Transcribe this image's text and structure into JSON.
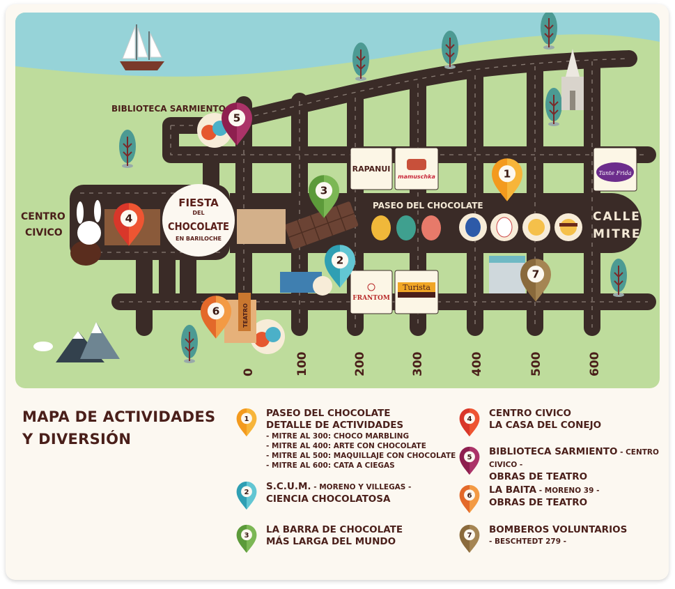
{
  "map": {
    "labels": {
      "biblioteca": "BIBLIOTECA SARMIENTO",
      "centro_civico_1": "CENTRO",
      "centro_civico_2": "CIVICO",
      "paseo": "PASEO DEL CHOCOLATE",
      "calle_1": "CALLE",
      "calle_2": "MITRE",
      "teatro": "TEATRO"
    },
    "logo": {
      "line1": "FIESTA",
      "line2": "DEL",
      "line3": "CHOCOLATE",
      "line4": "EN BARILOCHE"
    },
    "shops": [
      "RAPANUI",
      "mamuschka",
      "FRANTOM",
      "Turista",
      "Tante Frida"
    ],
    "street_numbers": [
      "0",
      "100",
      "200",
      "300",
      "400",
      "500",
      "600"
    ],
    "pins": [
      {
        "num": "1",
        "color": "#f39a1e",
        "color2": "#f7b53a"
      },
      {
        "num": "2",
        "color": "#2f9fb3",
        "color2": "#62c6d3"
      },
      {
        "num": "3",
        "color": "#5c9a3a",
        "color2": "#7cb755"
      },
      {
        "num": "4",
        "color": "#d9372a",
        "color2": "#ee5532"
      },
      {
        "num": "5",
        "color": "#8e1f4f",
        "color2": "#ab3368"
      },
      {
        "num": "6",
        "color": "#e3692a",
        "color2": "#f39a44"
      },
      {
        "num": "7",
        "color": "#8a6a3c",
        "color2": "#a58553"
      }
    ],
    "colors": {
      "road": "#3a2b27",
      "grass": "#bedc9c",
      "water": "#96d3d8",
      "text": "#4a1f1a"
    }
  },
  "title": {
    "line1": "MAPA DE ACTIVIDADES",
    "line2": "Y DIVERSIÓN"
  },
  "legend": [
    {
      "num": "1",
      "title": "PASEO DEL CHOCOLATE",
      "title2": "DETALLE DE ACTIVIDADES",
      "details": [
        "- MITRE AL 300: CHOCO MARBLING",
        "- MITRE AL 400: ARTE CON CHOCOLATE",
        "- MITRE AL 500: MAQUILLAJE CON CHOCOLATE",
        "- MITRE AL 600: CATA A CIEGAS"
      ]
    },
    {
      "num": "2",
      "title": "S.C.U.M.",
      "sub": " - MORENO Y VILLEGAS -",
      "title2": "CIENCIA CHOCOLATOSA"
    },
    {
      "num": "3",
      "title": "LA BARRA DE CHOCOLATE",
      "title2": "MÁS LARGA DEL MUNDO"
    },
    {
      "num": "4",
      "title": "CENTRO CIVICO",
      "title2": "LA CASA DEL CONEJO"
    },
    {
      "num": "5",
      "title": "BIBLIOTECA SARMIENTO",
      "sub": " - CENTRO CIVICO -",
      "title2": "OBRAS DE TEATRO"
    },
    {
      "num": "6",
      "title": "LA BAITA",
      "sub": " - MORENO 39 -",
      "title2": "OBRAS DE TEATRO"
    },
    {
      "num": "7",
      "title": "BOMBEROS VOLUNTARIOS",
      "title2_small": "- BESCHTEDT 279 -"
    }
  ]
}
